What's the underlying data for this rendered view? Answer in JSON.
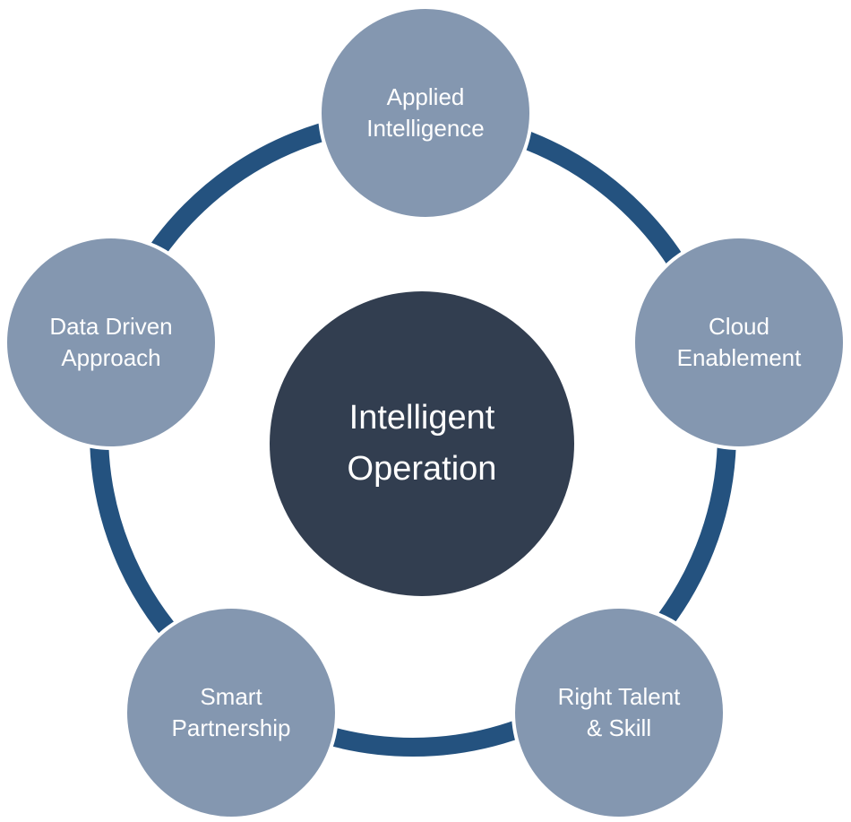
{
  "diagram": {
    "center": {
      "line1": "Intelligent",
      "line2": "Operation"
    },
    "nodes": {
      "applied_intelligence": {
        "line1": "Applied",
        "line2": "Intelligence"
      },
      "cloud_enablement": {
        "line1": "Cloud",
        "line2": "Enablement"
      },
      "right_talent": {
        "line1": "Right Talent",
        "line2": "& Skill"
      },
      "smart_partnership": {
        "line1": "Smart",
        "line2": "Partnership"
      },
      "data_driven": {
        "line1": "Data Driven",
        "line2": "Approach"
      }
    },
    "colors": {
      "ring": "#24527f",
      "node": "#8497b0",
      "center": "#323e50",
      "text": "#ffffff"
    }
  }
}
